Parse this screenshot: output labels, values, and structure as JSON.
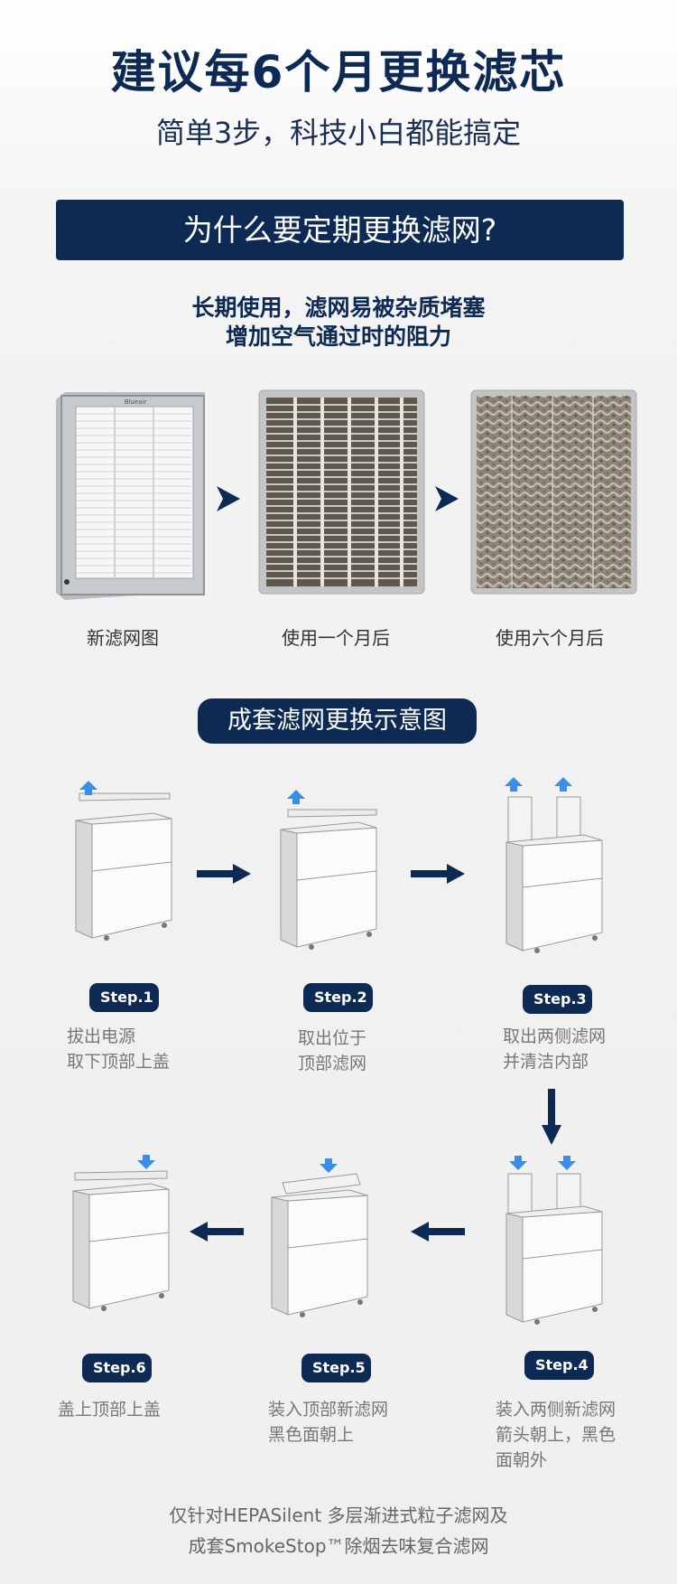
{
  "header": {
    "title": "建议每6个月更换滤芯",
    "subtitle": "简单3步，科技小白都能搞定"
  },
  "why": {
    "banner": "为什么要定期更换滤网?",
    "line1": "长期使用，滤网易被杂质堵塞",
    "line2": "增加空气通过时的阻力"
  },
  "filters": [
    {
      "caption": "新滤网图",
      "icon": "new-filter"
    },
    {
      "caption": "使用一个月后",
      "icon": "dirty-filter-1-month"
    },
    {
      "caption": "使用六个月后",
      "icon": "dirty-filter-6-months"
    }
  ],
  "filter_brand": "Blueair",
  "section": {
    "title": "成套滤网更换示意图"
  },
  "steps": [
    {
      "badge": "Step.1",
      "text": "拔出电源\n取下顶部上盖"
    },
    {
      "badge": "Step.2",
      "text": "取出位于\n顶部滤网"
    },
    {
      "badge": "Step.3",
      "text": "取出两侧滤网\n并清洁内部"
    },
    {
      "badge": "Step.4",
      "text": "装入两侧新滤网\n箭头朝上，黑色\n面朝外"
    },
    {
      "badge": "Step.5",
      "text": "装入顶部新滤网\n黑色面朝上"
    },
    {
      "badge": "Step.6",
      "text": "盖上顶部上盖"
    }
  ],
  "footer": {
    "line1": "仅针对HEPASilent 多层渐进式粒子滤网及",
    "line2": "成套SmokeStop™除烟去味复合滤网"
  },
  "colors": {
    "navy": "#0d2a55",
    "arrow_blue": "#3a8ee8",
    "background": "#efefef"
  }
}
